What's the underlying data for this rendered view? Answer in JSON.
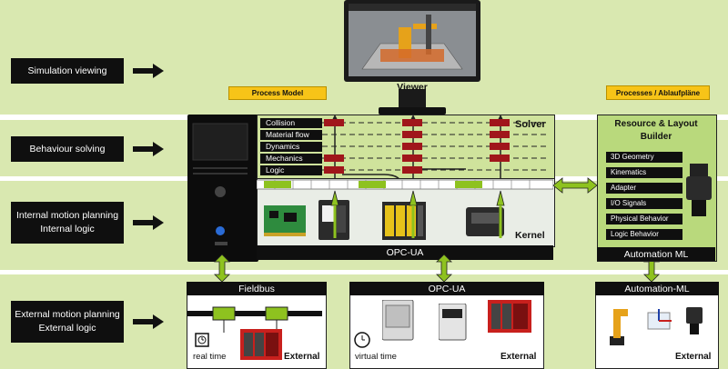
{
  "left_labels": [
    "Simulation viewing",
    "Behaviour solving",
    "Internal motion planning\nInternal logic",
    "External motion planning\nExternal logic"
  ],
  "viewer": {
    "label": "Viewer"
  },
  "process_model_tag": "Process Model",
  "processes_tag": "Processes / Ablaufpläne",
  "solver": {
    "title": "Solver",
    "rows": [
      "Collision",
      "Material flow",
      "Dynamics",
      "Mechanics",
      "Logic"
    ]
  },
  "kernel_label": "Kernel",
  "opcua_bar": "OPC-UA",
  "resource_builder": {
    "title": "Resource & Layout Builder",
    "items": [
      "3D Geometry",
      "Kinematics",
      "Adapter",
      "I/O Signals",
      "Physical Behavior",
      "Logic Behavior"
    ],
    "footer": "Automation ML"
  },
  "bottom": {
    "fieldbus": {
      "title": "Fieldbus",
      "caption": "real time",
      "external": "External"
    },
    "opcua": {
      "title": "OPC-UA",
      "caption": "virtual time",
      "external": "External"
    },
    "automationml": {
      "title": "Automation-ML",
      "external": "External"
    }
  },
  "colors": {
    "band": "#d9e8b0",
    "dark": "#0f0f0f",
    "accent": "#8ec21f",
    "tag": "#f7c418",
    "marker": "#a0161b"
  }
}
